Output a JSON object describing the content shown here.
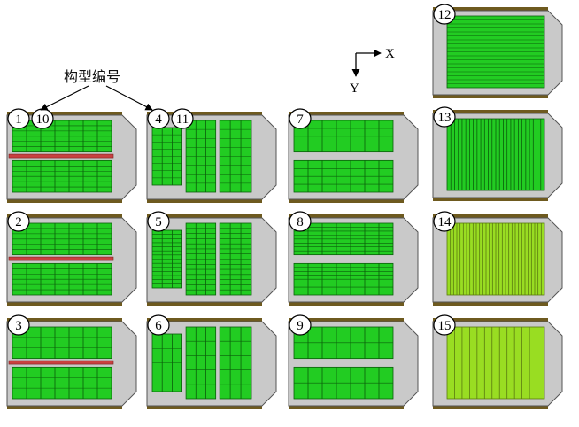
{
  "annotation": {
    "label": "构型编号"
  },
  "axes": {
    "x_label": "X",
    "y_label": "Y"
  },
  "colors": {
    "green": "#22cc22",
    "green_line": "#0b5e0b",
    "yellow_green": "#99dd22",
    "yellow_green_line": "#5a7a10",
    "tray": "#c9c9c9",
    "tray_stroke": "#555555",
    "rail": "#6e5a1f",
    "red_bar": "#c94040"
  },
  "panels": [
    {
      "id": "p1",
      "number": "1",
      "second_number": "10",
      "layout": "grid-split-red",
      "color": "green"
    },
    {
      "id": "p2",
      "number": "2",
      "layout": "grid-split-red",
      "color": "green"
    },
    {
      "id": "p3",
      "number": "3",
      "layout": "grid-split-red-coarse",
      "color": "green"
    },
    {
      "id": "p4",
      "number": "4",
      "second_number": "11",
      "layout": "three-column",
      "color": "green"
    },
    {
      "id": "p5",
      "number": "5",
      "layout": "three-column-fine",
      "color": "green"
    },
    {
      "id": "p6",
      "number": "6",
      "layout": "three-column-coarse",
      "color": "green"
    },
    {
      "id": "p7",
      "number": "7",
      "layout": "grid-split-gray",
      "color": "green"
    },
    {
      "id": "p8",
      "number": "8",
      "layout": "grid-split-gray-fine",
      "color": "green"
    },
    {
      "id": "p9",
      "number": "9",
      "layout": "grid-split-gray-coarse",
      "color": "green"
    },
    {
      "id": "p12",
      "number": "12",
      "layout": "horizontal-stripes",
      "color": "green"
    },
    {
      "id": "p13",
      "number": "13",
      "layout": "vertical-stripes",
      "color": "green"
    },
    {
      "id": "p14",
      "number": "14",
      "layout": "vertical-stripes-dense",
      "color": "yellow_green"
    },
    {
      "id": "p15",
      "number": "15",
      "layout": "vertical-stripes-wide",
      "color": "yellow_green"
    }
  ]
}
